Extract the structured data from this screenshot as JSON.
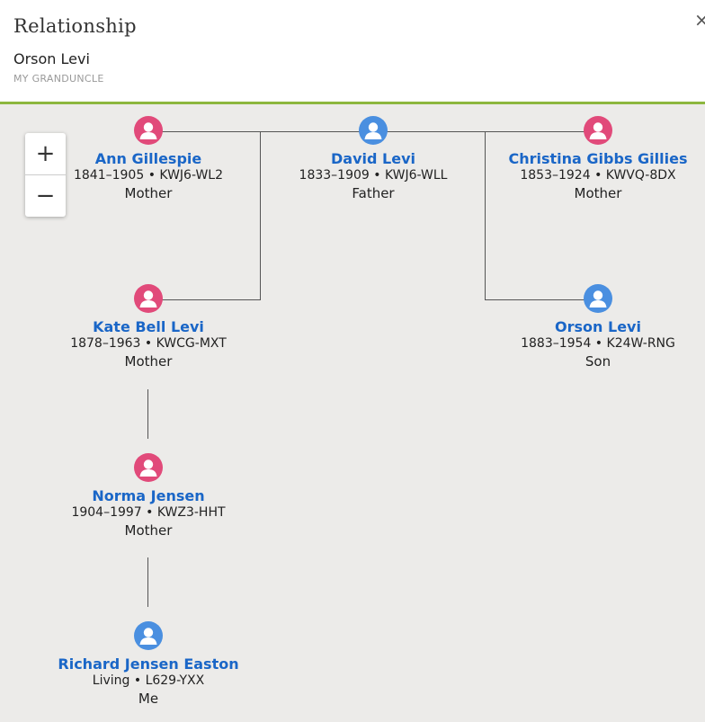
{
  "header": {
    "title": "Relationship",
    "close_label": "×",
    "subject_name": "Orson Levi",
    "subject_relationship": "MY GRANDUNCLE"
  },
  "zoom": {
    "in_label": "+",
    "out_label": "−"
  },
  "colors": {
    "female": "#e14a7a",
    "male": "#4a8fe0",
    "name_link": "#1a66c7",
    "divider": "#8db73f",
    "canvas": "#ecebe9"
  },
  "people": [
    {
      "name": "Ann Gillespie",
      "dates": "1841–1905 • KWJ6-WL2",
      "relationship": "Mother",
      "gender": "female",
      "icon": "female-person-icon"
    },
    {
      "name": "David Levi",
      "dates": "1833–1909 • KWJ6-WLL",
      "relationship": "Father",
      "gender": "male",
      "icon": "male-person-icon"
    },
    {
      "name": "Christina Gibbs Gillies",
      "dates": "1853–1924 • KWVQ-8DX",
      "relationship": "Mother",
      "gender": "female",
      "icon": "female-person-icon"
    },
    {
      "name": "Kate Bell Levi",
      "dates": "1878–1963 • KWCG-MXT",
      "relationship": "Mother",
      "gender": "female",
      "icon": "female-person-icon"
    },
    {
      "name": "Orson Levi",
      "dates": "1883–1954 • K24W-RNG",
      "relationship": "Son",
      "gender": "male",
      "icon": "male-person-icon"
    },
    {
      "name": "Norma Jensen",
      "dates": "1904–1997 • KWZ3-HHT",
      "relationship": "Mother",
      "gender": "female",
      "icon": "female-person-icon"
    },
    {
      "name": "Richard Jensen Easton",
      "dates": "Living • L629-YXX",
      "relationship": "Me",
      "gender": "male",
      "icon": "male-person-icon"
    }
  ]
}
